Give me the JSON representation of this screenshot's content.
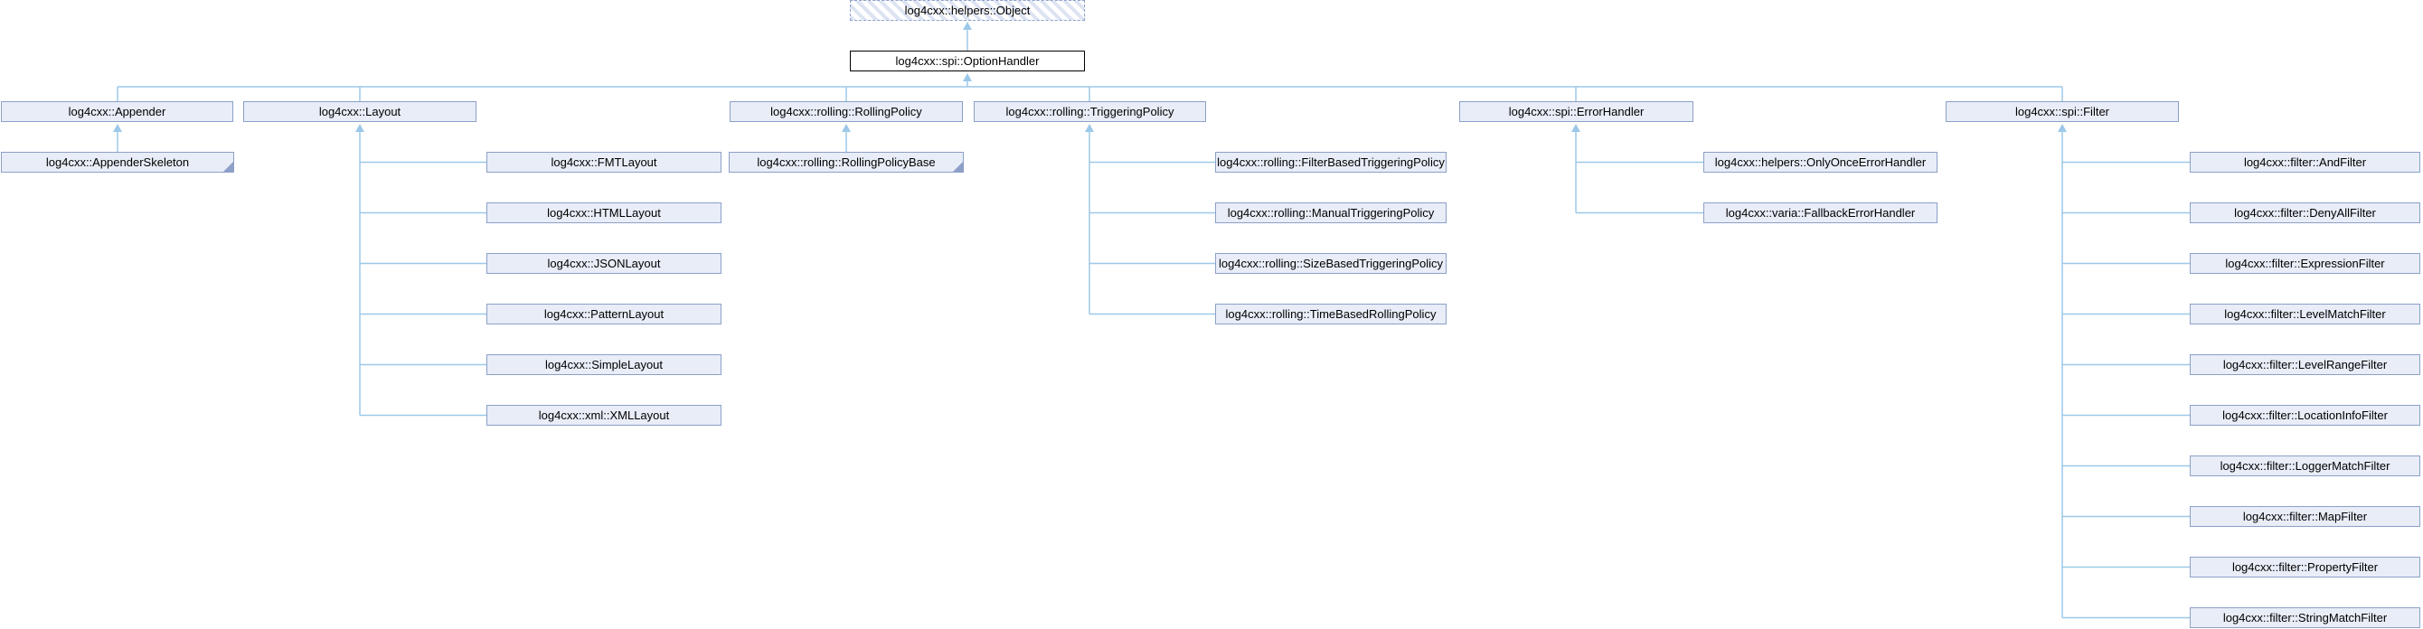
{
  "diagram": {
    "kind": "class-inheritance-graph",
    "colors": {
      "box_fill": "#e8edf7",
      "box_border": "#8ca0c8",
      "root_box_fill": "#ffffff",
      "root_box_border": "#000000",
      "hatch_stripe": "#dde3f2",
      "connector": "#9dc8e8",
      "text": "#000000"
    },
    "nodes": {
      "object": {
        "label": "log4cxx::helpers::Object",
        "style": "hatched-dashed"
      },
      "option_handler": {
        "label": "log4cxx::spi::OptionHandler",
        "style": "plain"
      },
      "appender": {
        "label": "log4cxx::Appender"
      },
      "layout": {
        "label": "log4cxx::Layout"
      },
      "rolling_policy": {
        "label": "log4cxx::rolling::RollingPolicy"
      },
      "triggering_policy": {
        "label": "log4cxx::rolling::TriggeringPolicy"
      },
      "error_handler": {
        "label": "log4cxx::spi::ErrorHandler"
      },
      "filter": {
        "label": "log4cxx::spi::Filter"
      },
      "appender_skeleton": {
        "label": "log4cxx::AppenderSkeleton",
        "truncated": true
      },
      "fmt_layout": {
        "label": "log4cxx::FMTLayout"
      },
      "html_layout": {
        "label": "log4cxx::HTMLLayout"
      },
      "json_layout": {
        "label": "log4cxx::JSONLayout"
      },
      "pattern_layout": {
        "label": "log4cxx::PatternLayout"
      },
      "simple_layout": {
        "label": "log4cxx::SimpleLayout"
      },
      "xml_layout": {
        "label": "log4cxx::xml::XMLLayout"
      },
      "rolling_policy_base": {
        "label": "log4cxx::rolling::RollingPolicyBase",
        "truncated": true
      },
      "filter_based_triggering_policy": {
        "label": "log4cxx::rolling::FilterBasedTriggeringPolicy"
      },
      "manual_triggering_policy": {
        "label": "log4cxx::rolling::ManualTriggeringPolicy"
      },
      "size_based_triggering_policy": {
        "label": "log4cxx::rolling::SizeBasedTriggeringPolicy"
      },
      "time_based_rolling_policy": {
        "label": "log4cxx::rolling::TimeBasedRollingPolicy"
      },
      "only_once_error_handler": {
        "label": "log4cxx::helpers::OnlyOnceErrorHandler"
      },
      "fallback_error_handler": {
        "label": "log4cxx::varia::FallbackErrorHandler"
      },
      "and_filter": {
        "label": "log4cxx::filter::AndFilter"
      },
      "deny_all_filter": {
        "label": "log4cxx::filter::DenyAllFilter"
      },
      "expression_filter": {
        "label": "log4cxx::filter::ExpressionFilter"
      },
      "level_match_filter": {
        "label": "log4cxx::filter::LevelMatchFilter"
      },
      "level_range_filter": {
        "label": "log4cxx::filter::LevelRangeFilter"
      },
      "location_info_filter": {
        "label": "log4cxx::filter::LocationInfoFilter"
      },
      "logger_match_filter": {
        "label": "log4cxx::filter::LoggerMatchFilter"
      },
      "map_filter": {
        "label": "log4cxx::filter::MapFilter"
      },
      "property_filter": {
        "label": "log4cxx::filter::PropertyFilter"
      },
      "string_match_filter": {
        "label": "log4cxx::filter::StringMatchFilter"
      }
    },
    "edges": [
      {
        "child": "option_handler",
        "parent": "object"
      },
      {
        "child": "appender",
        "parent": "option_handler"
      },
      {
        "child": "layout",
        "parent": "option_handler"
      },
      {
        "child": "rolling_policy",
        "parent": "option_handler"
      },
      {
        "child": "triggering_policy",
        "parent": "option_handler"
      },
      {
        "child": "error_handler",
        "parent": "option_handler"
      },
      {
        "child": "filter",
        "parent": "option_handler"
      },
      {
        "child": "appender_skeleton",
        "parent": "appender"
      },
      {
        "child": "fmt_layout",
        "parent": "layout"
      },
      {
        "child": "html_layout",
        "parent": "layout"
      },
      {
        "child": "json_layout",
        "parent": "layout"
      },
      {
        "child": "pattern_layout",
        "parent": "layout"
      },
      {
        "child": "simple_layout",
        "parent": "layout"
      },
      {
        "child": "xml_layout",
        "parent": "layout"
      },
      {
        "child": "rolling_policy_base",
        "parent": "rolling_policy"
      },
      {
        "child": "filter_based_triggering_policy",
        "parent": "triggering_policy"
      },
      {
        "child": "manual_triggering_policy",
        "parent": "triggering_policy"
      },
      {
        "child": "size_based_triggering_policy",
        "parent": "triggering_policy"
      },
      {
        "child": "time_based_rolling_policy",
        "parent": "triggering_policy"
      },
      {
        "child": "only_once_error_handler",
        "parent": "error_handler"
      },
      {
        "child": "fallback_error_handler",
        "parent": "error_handler"
      },
      {
        "child": "and_filter",
        "parent": "filter"
      },
      {
        "child": "deny_all_filter",
        "parent": "filter"
      },
      {
        "child": "expression_filter",
        "parent": "filter"
      },
      {
        "child": "level_match_filter",
        "parent": "filter"
      },
      {
        "child": "level_range_filter",
        "parent": "filter"
      },
      {
        "child": "location_info_filter",
        "parent": "filter"
      },
      {
        "child": "logger_match_filter",
        "parent": "filter"
      },
      {
        "child": "map_filter",
        "parent": "filter"
      },
      {
        "child": "property_filter",
        "parent": "filter"
      },
      {
        "child": "string_match_filter",
        "parent": "filter"
      }
    ]
  }
}
